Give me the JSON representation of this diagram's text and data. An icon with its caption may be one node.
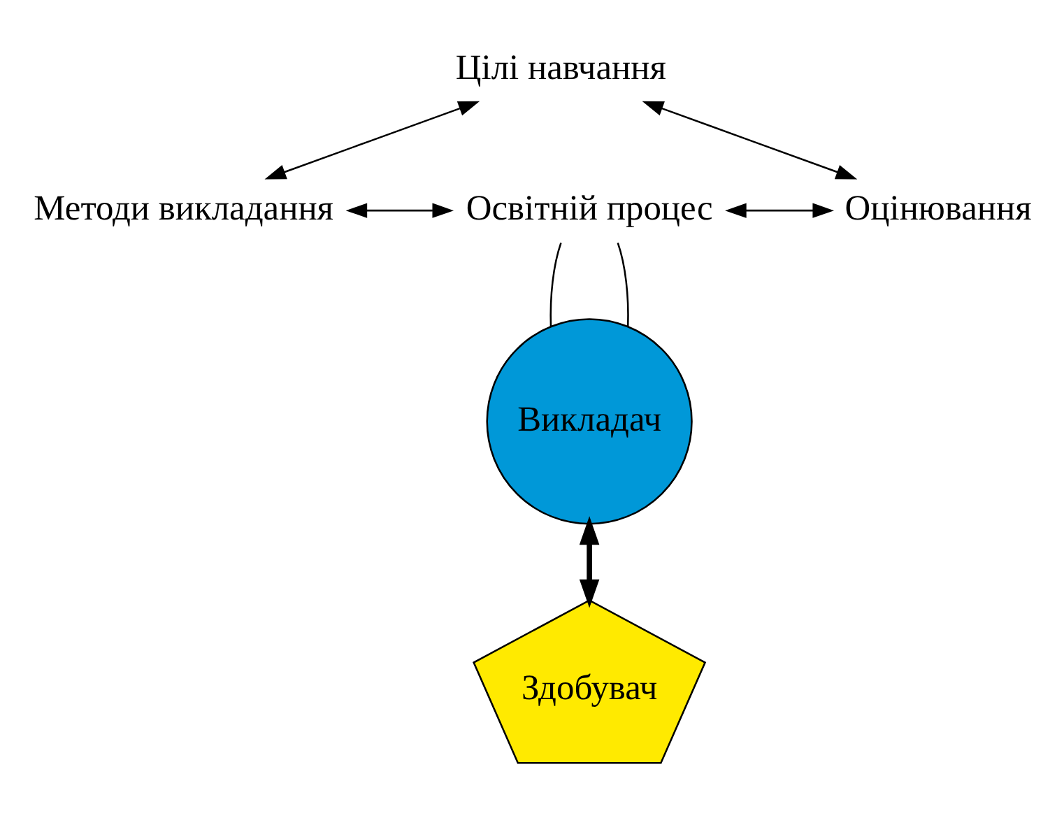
{
  "diagram": {
    "nodes": [
      {
        "text": [
          "Цілі навчання"
        ]
      },
      {
        "text": [
          "Викладач"
        ]
      },
      {
        "text": [
          "Здобувач"
        ]
      },
      {
        "text": [
          "Методи викладання"
        ]
      },
      {
        "text": [
          "Освітній процес"
        ]
      },
      {
        "text": [
          "Оцінювання"
        ]
      }
    ],
    "edges": [
      {
        "from": 0,
        "to": 3,
        "arrow": "both"
      },
      {
        "from": 0,
        "to": 5,
        "arrow": "both"
      },
      {
        "from": 1,
        "to": 2,
        "arrow": "both",
        "style": "thick"
      },
      {
        "from": 4,
        "to": 1,
        "arrow": "none"
      },
      {
        "from": 1,
        "to": 4,
        "arrow": "none"
      },
      {
        "from": 3,
        "to": 4,
        "arrow": "both"
      },
      {
        "from": 4,
        "to": 5,
        "arrow": "both"
      }
    ]
  }
}
